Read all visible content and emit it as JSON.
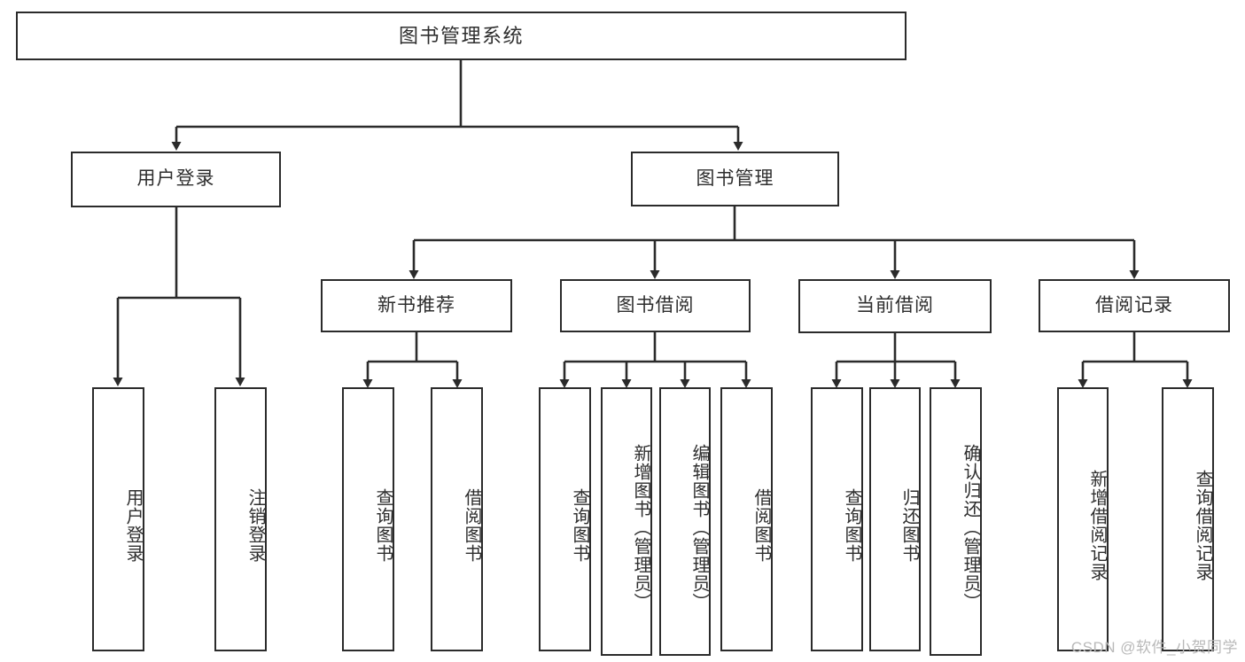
{
  "diagram": {
    "title": "图书管理系统",
    "watermark": "CSDN @软件_小贺同学",
    "type": "tree-hierarchy",
    "root": {
      "id": "root",
      "label": "图书管理系统"
    },
    "level2": [
      {
        "id": "user-login",
        "label": "用户登录"
      },
      {
        "id": "book-manage",
        "label": "图书管理"
      }
    ],
    "level3": [
      {
        "id": "new-book-rec",
        "label": "新书推荐",
        "parent": "book-manage"
      },
      {
        "id": "book-borrow",
        "label": "图书借阅",
        "parent": "book-manage"
      },
      {
        "id": "current-borrow",
        "label": "当前借阅",
        "parent": "book-manage"
      },
      {
        "id": "borrow-record",
        "label": "借阅记录",
        "parent": "book-manage"
      }
    ],
    "leaves": [
      {
        "id": "leaf-user-login",
        "label": "用户登录",
        "parent": "user-login"
      },
      {
        "id": "leaf-logout",
        "label": "注销登录",
        "parent": "user-login"
      },
      {
        "id": "leaf-query-book-1",
        "label": "查询图书",
        "parent": "new-book-rec"
      },
      {
        "id": "leaf-borrow-book-1",
        "label": "借阅图书",
        "parent": "new-book-rec"
      },
      {
        "id": "leaf-query-book-2",
        "label": "查询图书",
        "parent": "book-borrow"
      },
      {
        "id": "leaf-add-book",
        "label": "新增图书（管理员）",
        "parent": "book-borrow"
      },
      {
        "id": "leaf-edit-book",
        "label": "编辑图书（管理员）",
        "parent": "book-borrow"
      },
      {
        "id": "leaf-borrow-book-2",
        "label": "借阅图书",
        "parent": "book-borrow"
      },
      {
        "id": "leaf-query-book-3",
        "label": "查询图书",
        "parent": "current-borrow"
      },
      {
        "id": "leaf-return-book",
        "label": "归还图书",
        "parent": "current-borrow"
      },
      {
        "id": "leaf-confirm-return",
        "label": "确认归还（管理员）",
        "parent": "current-borrow"
      },
      {
        "id": "leaf-add-record",
        "label": "新增借阅记录",
        "parent": "borrow-record"
      },
      {
        "id": "leaf-query-record",
        "label": "查询借阅记录",
        "parent": "borrow-record"
      }
    ],
    "colors": {
      "stroke": "#2b2b2b",
      "background": "#ffffff",
      "text": "#2e2e2e",
      "watermark": "#b9b9b9"
    }
  }
}
